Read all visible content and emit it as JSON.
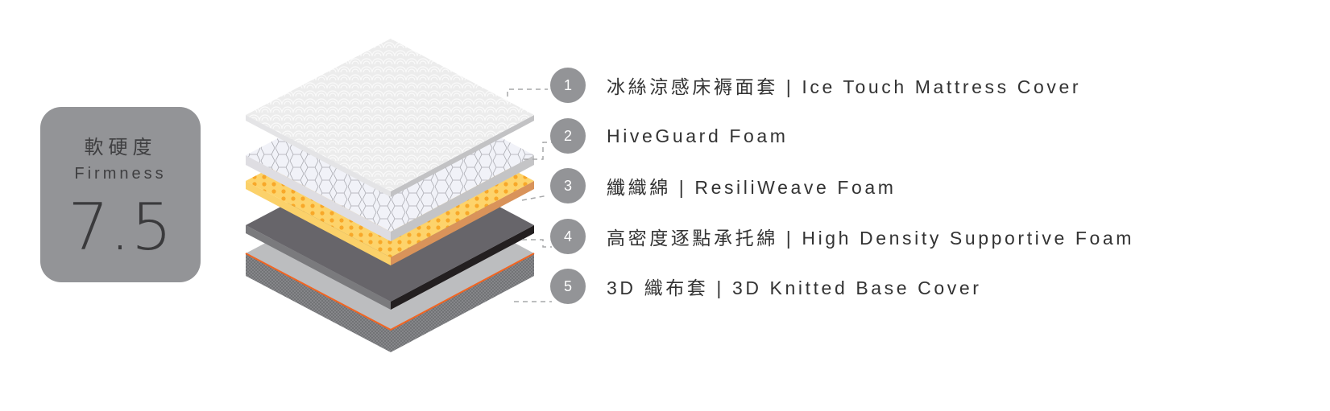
{
  "firmness": {
    "label_zh": "軟硬度",
    "label_en": "Firmness",
    "value": "7.5"
  },
  "layers": [
    {
      "number": "1",
      "label": "冰絲涼感床褥面套 | Ice Touch Mattress Cover"
    },
    {
      "number": "2",
      "label": "HiveGuard Foam"
    },
    {
      "number": "3",
      "label": "纖織綿 | ResiliWeave Foam"
    },
    {
      "number": "4",
      "label": "高密度逐點承托綿 | High Density Supportive Foam"
    },
    {
      "number": "5",
      "label": "3D 織布套 | 3D Knitted Base Cover"
    }
  ],
  "colors": {
    "badge": "#939497",
    "foam_yellow": "#fdd36b",
    "dots": "#f8a829",
    "dark": "#67656a",
    "base_edge": "#f26522"
  }
}
